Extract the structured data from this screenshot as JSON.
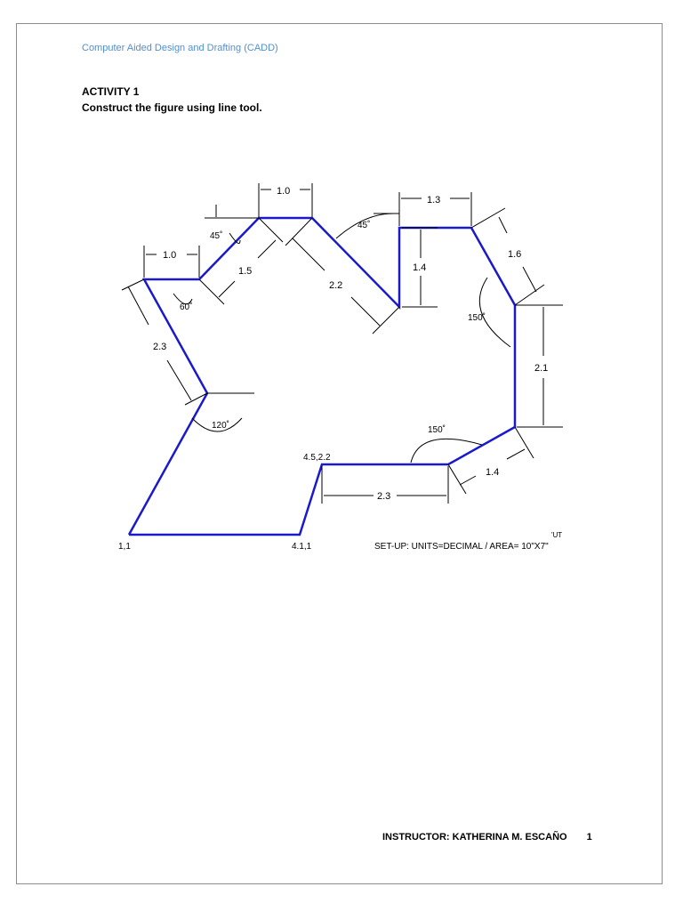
{
  "header": {
    "course": "Computer Aided Design and Drafting (CADD)"
  },
  "activity": {
    "title": "ACTIVITY 1",
    "instruction": "Construct the figure using line tool."
  },
  "figure": {
    "dimensions": {
      "top_width": "1.0",
      "left_width": "1.0",
      "top_right_width": "1.3",
      "right_slant": "1.6",
      "right_vertical": "2.1",
      "inner_vertical": "1.4",
      "diagonal_center": "2.2",
      "left_slant": "1.5",
      "left_long": "2.3",
      "bottom_inner": "2.3",
      "bottom_right": "1.4"
    },
    "angles": {
      "top_left": "45˚",
      "top_right": "45˚",
      "left": "60˚",
      "lower_left": "120˚",
      "right": "150˚",
      "bottom_right": "150˚"
    },
    "points": {
      "origin": "1,1",
      "bottom_mid": "4.1,1",
      "inner": "4.5,2.2"
    },
    "setup_text": "SET-UP: UNITS=DECIMAL / AREA= 10\"X7\"",
    "setup_superscript": "'UT"
  },
  "footer": {
    "instructor": "INSTRUCTOR: KATHERINA M. ESCAÑO",
    "page": "1"
  }
}
